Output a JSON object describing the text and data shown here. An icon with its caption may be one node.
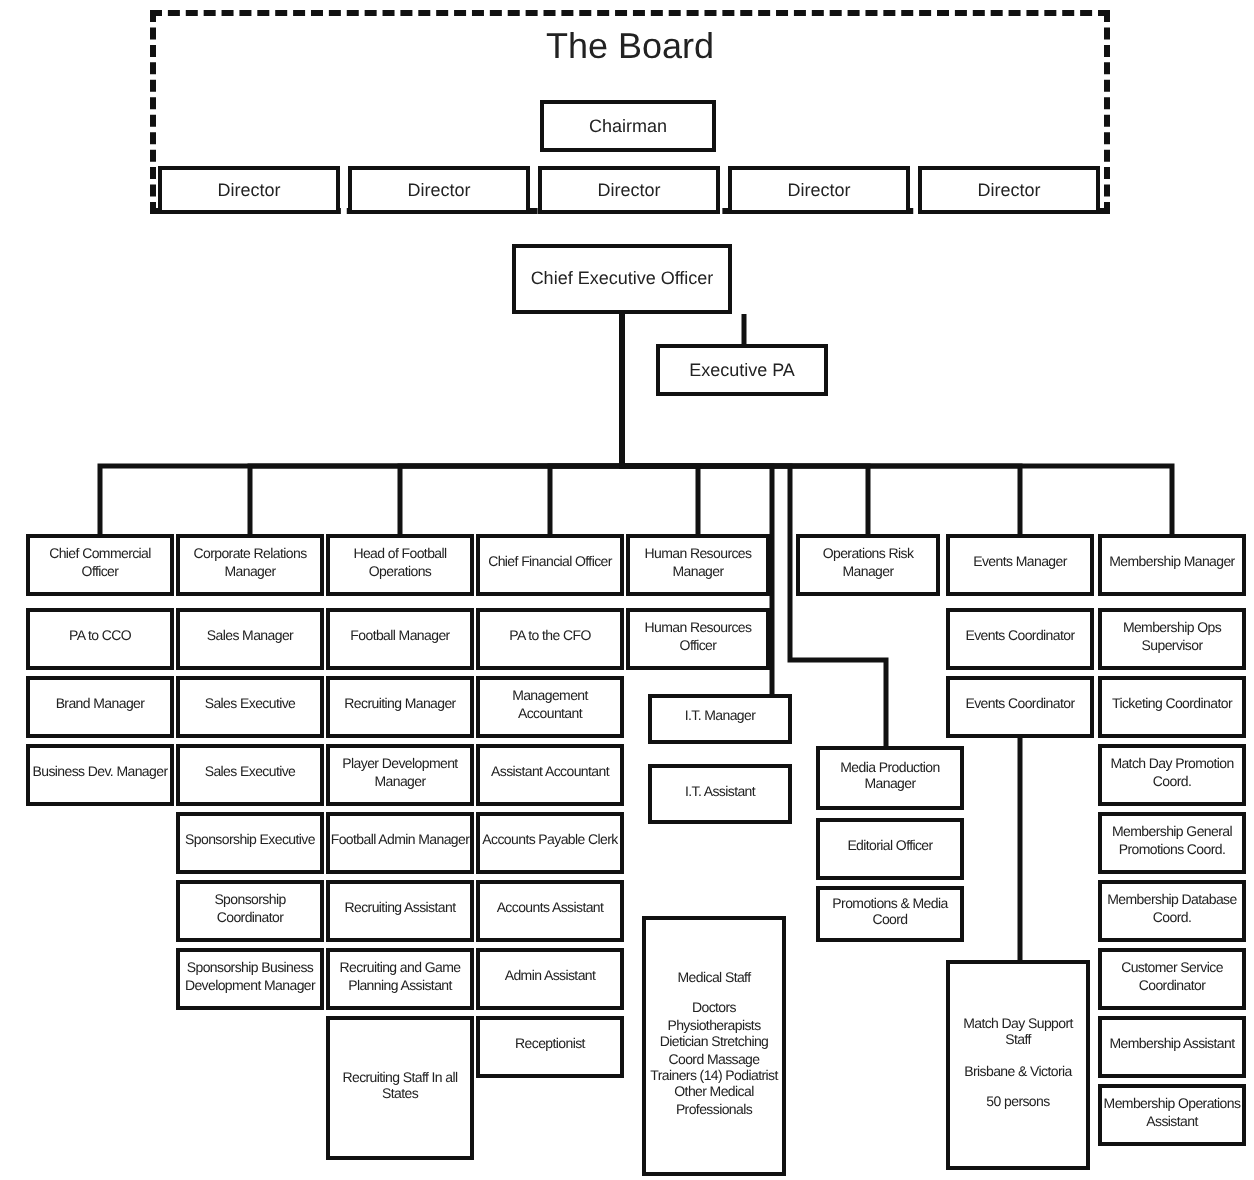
{
  "diagram": {
    "nodes": [
      {
        "text": [
          "The Board"
        ]
      },
      {
        "text": [
          "Chairman"
        ],
        "in": 0
      },
      {
        "text": [
          "Director"
        ],
        "in": 0
      },
      {
        "text": [
          "Director"
        ],
        "in": 0
      },
      {
        "text": [
          "Director"
        ],
        "in": 0
      },
      {
        "text": [
          "Director"
        ],
        "in": 0
      },
      {
        "text": [
          "Director"
        ],
        "in": 0
      },
      {
        "text": [
          "Chief Executive Officer"
        ]
      },
      {
        "text": [
          "Executive PA"
        ]
      },
      {
        "text": [
          "Chief Commercial Officer"
        ]
      },
      {
        "text": [
          "PA to CCO"
        ]
      },
      {
        "text": [
          "Brand Manager"
        ]
      },
      {
        "text": [
          "Business Dev. Manager"
        ]
      },
      {
        "text": [
          "Corporate Relations Manager"
        ]
      },
      {
        "text": [
          "Sales Manager"
        ]
      },
      {
        "text": [
          "Sales Executive"
        ]
      },
      {
        "text": [
          "Sales Executive"
        ]
      },
      {
        "text": [
          "Sponsorship Executive"
        ]
      },
      {
        "text": [
          "Sponsorship Coordinator"
        ]
      },
      {
        "text": [
          "Sponsorship Business Development Manager"
        ]
      },
      {
        "text": [
          "Head of Football Operations"
        ]
      },
      {
        "text": [
          "Football Manager"
        ]
      },
      {
        "text": [
          "Recruiting Manager"
        ]
      },
      {
        "text": [
          "Player Development Manager"
        ]
      },
      {
        "text": [
          "Football Admin Manager"
        ]
      },
      {
        "text": [
          "Recruiting Assistant"
        ]
      },
      {
        "text": [
          "Recruiting and Game Planning Assistant"
        ]
      },
      {
        "text": [
          "Recruiting Staff In all States"
        ]
      },
      {
        "text": [
          "Chief Financial Officer"
        ]
      },
      {
        "text": [
          "PA to the CFO"
        ]
      },
      {
        "text": [
          "Management Accountant"
        ]
      },
      {
        "text": [
          "Assistant Accountant"
        ]
      },
      {
        "text": [
          "Accounts Payable Clerk"
        ]
      },
      {
        "text": [
          "Accounts Assistant"
        ]
      },
      {
        "text": [
          "Admin Assistant"
        ]
      },
      {
        "text": [
          "Receptionist"
        ]
      },
      {
        "text": [
          "Human Resources Manager"
        ]
      },
      {
        "text": [
          "Human Resources Officer"
        ]
      },
      {
        "text": [
          "I.T. Manager"
        ]
      },
      {
        "text": [
          "I.T. Assistant"
        ]
      },
      {
        "text": [
          "Medical Staff",
          "Doctors Physiotherapists Dietician Stretching Coord Massage Trainers (14) Podiatrist Other Medical Professionals"
        ]
      },
      {
        "text": [
          "Media Production Manager"
        ]
      },
      {
        "text": [
          "Editorial Officer"
        ]
      },
      {
        "text": [
          "Promotions & Media Coord"
        ]
      },
      {
        "text": [
          "Operations Risk Manager"
        ]
      },
      {
        "text": [
          "Events Manager"
        ]
      },
      {
        "text": [
          "Events Coordinator"
        ]
      },
      {
        "text": [
          "Events Coordinator"
        ]
      },
      {
        "text": [
          "Match Day Support Staff",
          "Brisbane & Victoria",
          "50 persons"
        ]
      },
      {
        "text": [
          "Membership Manager"
        ]
      },
      {
        "text": [
          "Membership Ops Supervisor"
        ]
      },
      {
        "text": [
          "Ticketing Coordinator"
        ]
      },
      {
        "text": [
          "Match Day Promotion Coord."
        ]
      },
      {
        "text": [
          "Membership General Promotions Coord."
        ]
      },
      {
        "text": [
          "Membership Database Coord."
        ]
      },
      {
        "text": [
          "Customer Service Coordinator"
        ]
      },
      {
        "text": [
          "Membership Assistant"
        ]
      },
      {
        "text": [
          "Membership Operations Assistant"
        ]
      }
    ],
    "edges": [
      {
        "from": 7,
        "to": 8,
        "arrow": "none"
      },
      {
        "from": 7,
        "to": 9,
        "arrow": "none"
      },
      {
        "from": 7,
        "to": 13,
        "arrow": "none"
      },
      {
        "from": 7,
        "to": 20,
        "arrow": "none"
      },
      {
        "from": 7,
        "to": 28,
        "arrow": "none"
      },
      {
        "from": 7,
        "to": 36,
        "arrow": "none"
      },
      {
        "from": 7,
        "to": 38,
        "arrow": "none"
      },
      {
        "from": 7,
        "to": 41,
        "arrow": "none"
      },
      {
        "from": 7,
        "to": 44,
        "arrow": "none"
      },
      {
        "from": 7,
        "to": 45,
        "arrow": "none"
      },
      {
        "from": 7,
        "to": 49,
        "arrow": "none"
      },
      {
        "from": 47,
        "to": 48,
        "arrow": "none"
      }
    ]
  }
}
